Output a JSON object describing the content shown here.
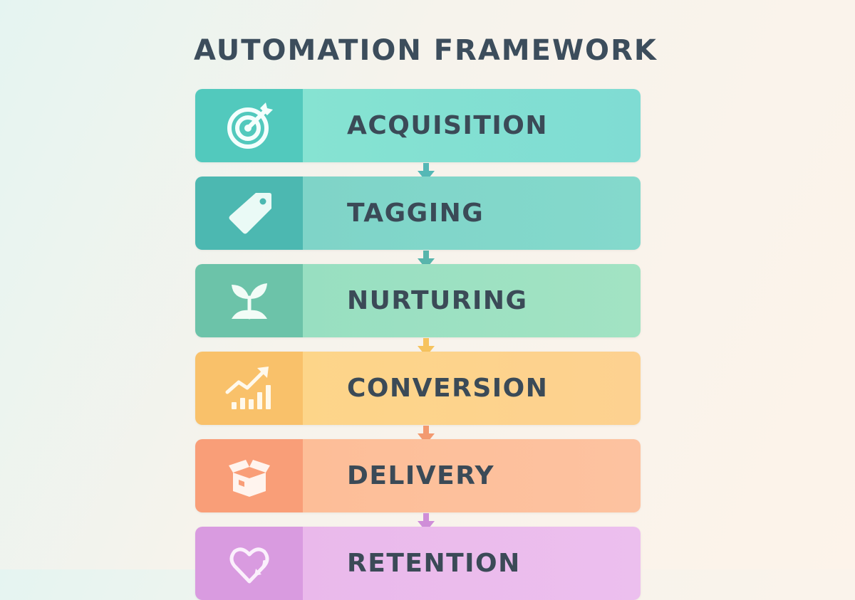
{
  "title": "AUTOMATION FRAMEWORK",
  "steps": [
    {
      "label": "ACQUISITION",
      "icon": "target-icon",
      "colors": {
        "icon_bg": "#52c9bd",
        "label_from": "#86e3d2",
        "label_to": "#7fdcd3"
      }
    },
    {
      "label": "TAGGING",
      "icon": "tag-icon",
      "colors": {
        "icon_bg": "#4cb8b1",
        "label_from": "#7fd4c8",
        "label_to": "#84d9cc"
      }
    },
    {
      "label": "NURTURING",
      "icon": "sprout-icon",
      "colors": {
        "icon_bg": "#6cc3a9",
        "label_from": "#98dfc1",
        "label_to": "#a2e3c3"
      }
    },
    {
      "label": "CONVERSION",
      "icon": "growth-chart-icon",
      "colors": {
        "icon_bg": "#f9c16a",
        "label_from": "#fdd589",
        "label_to": "#fdd190"
      }
    },
    {
      "label": "DELIVERY",
      "icon": "box-icon",
      "colors": {
        "icon_bg": "#f99e78",
        "label_from": "#fdbe98",
        "label_to": "#fdc2a0"
      }
    },
    {
      "label": "RETENTION",
      "icon": "heart-refresh-icon",
      "colors": {
        "icon_bg": "#d99be0",
        "label_from": "#eab9eb",
        "label_to": "#ecbfee"
      }
    }
  ],
  "arrow_colors": [
    "#55b8b6",
    "#58b5ac",
    "#f6c35e",
    "#f39a70",
    "#cf8ed8"
  ]
}
